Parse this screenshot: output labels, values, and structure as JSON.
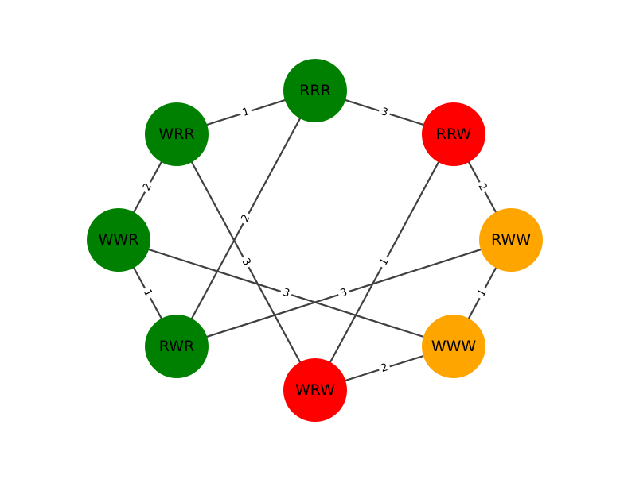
{
  "graph": {
    "nodes": [
      {
        "id": "RRR",
        "label": "RRR",
        "color": "#008000"
      },
      {
        "id": "RRW",
        "label": "RRW",
        "color": "#ff0000"
      },
      {
        "id": "RWW",
        "label": "RWW",
        "color": "#ffa500"
      },
      {
        "id": "WWW",
        "label": "WWW",
        "color": "#ffa500"
      },
      {
        "id": "WRW",
        "label": "WRW",
        "color": "#ff0000"
      },
      {
        "id": "RWR",
        "label": "RWR",
        "color": "#008000"
      },
      {
        "id": "WWR",
        "label": "WWR",
        "color": "#008000"
      },
      {
        "id": "WRR",
        "label": "WRR",
        "color": "#008000"
      }
    ],
    "edges": [
      {
        "source": "WRR",
        "target": "RRR",
        "label": "1"
      },
      {
        "source": "RRR",
        "target": "RRW",
        "label": "3"
      },
      {
        "source": "RRR",
        "target": "RWR",
        "label": "2"
      },
      {
        "source": "WRR",
        "target": "WWR",
        "label": "2"
      },
      {
        "source": "WRR",
        "target": "WRW",
        "label": "3"
      },
      {
        "source": "RRW",
        "target": "RWW",
        "label": "2"
      },
      {
        "source": "RRW",
        "target": "WRW",
        "label": "1"
      },
      {
        "source": "WWR",
        "target": "WWW",
        "label": "3"
      },
      {
        "source": "WWR",
        "target": "RWR",
        "label": "1"
      },
      {
        "source": "RWR",
        "target": "RWW",
        "label": "3"
      },
      {
        "source": "RWW",
        "target": "WWW",
        "label": "1"
      },
      {
        "source": "WWW",
        "target": "WRW",
        "label": "2"
      }
    ]
  }
}
